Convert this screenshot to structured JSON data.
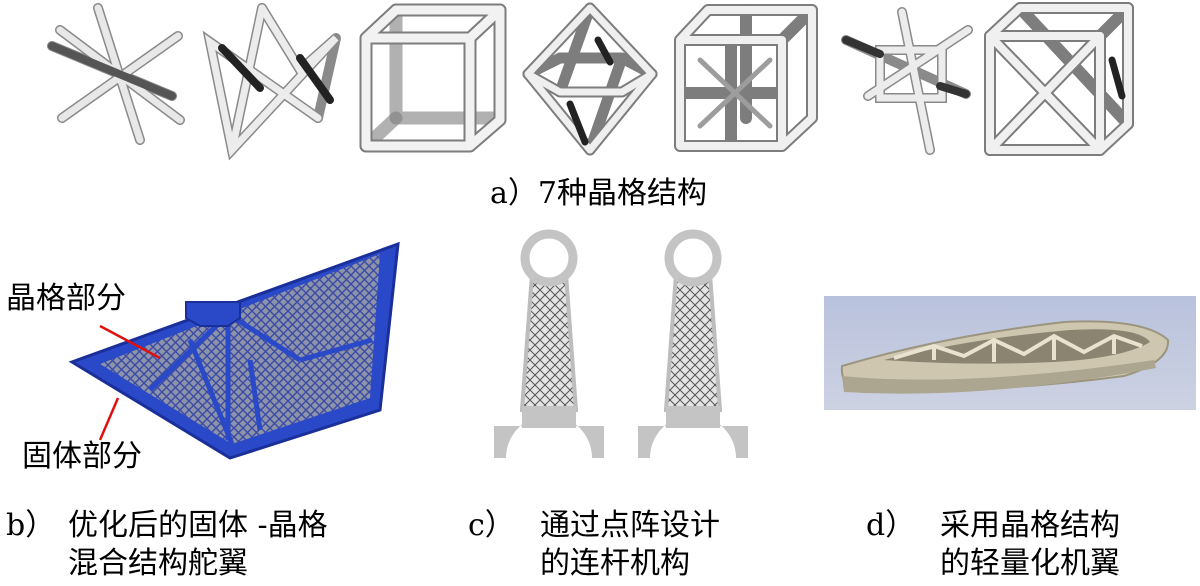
{
  "panel_a": {
    "caption": "a）7种晶格结构",
    "cells": [
      {
        "icon": "lattice-star-icon"
      },
      {
        "icon": "lattice-tetra-icon"
      },
      {
        "icon": "lattice-cube-icon"
      },
      {
        "icon": "lattice-octahedron-icon"
      },
      {
        "icon": "lattice-cube-inner-icon"
      },
      {
        "icon": "lattice-hybrid-icon"
      },
      {
        "icon": "lattice-cube-x-icon"
      }
    ]
  },
  "panel_b": {
    "label_lattice": "晶格部分",
    "label_solid": "固体部分",
    "caption_prefix": "b）",
    "caption_line1": "优化后的固体 -晶格",
    "caption_line2": "混合结构舵翼"
  },
  "panel_c": {
    "caption_prefix": "c）",
    "caption_line1": "通过点阵设计",
    "caption_line2": "的连杆机构"
  },
  "panel_d": {
    "caption_prefix": "d）",
    "caption_line1": "采用晶格结构",
    "caption_line2": "的轻量化机翼"
  },
  "colors": {
    "rudder_blue": "#2a49c8",
    "rudder_edge": "#1a2f99",
    "lattice_grey": "#d9d9d9",
    "annotation_red": "#e01010",
    "wing_tan": "#cfc6b0"
  }
}
